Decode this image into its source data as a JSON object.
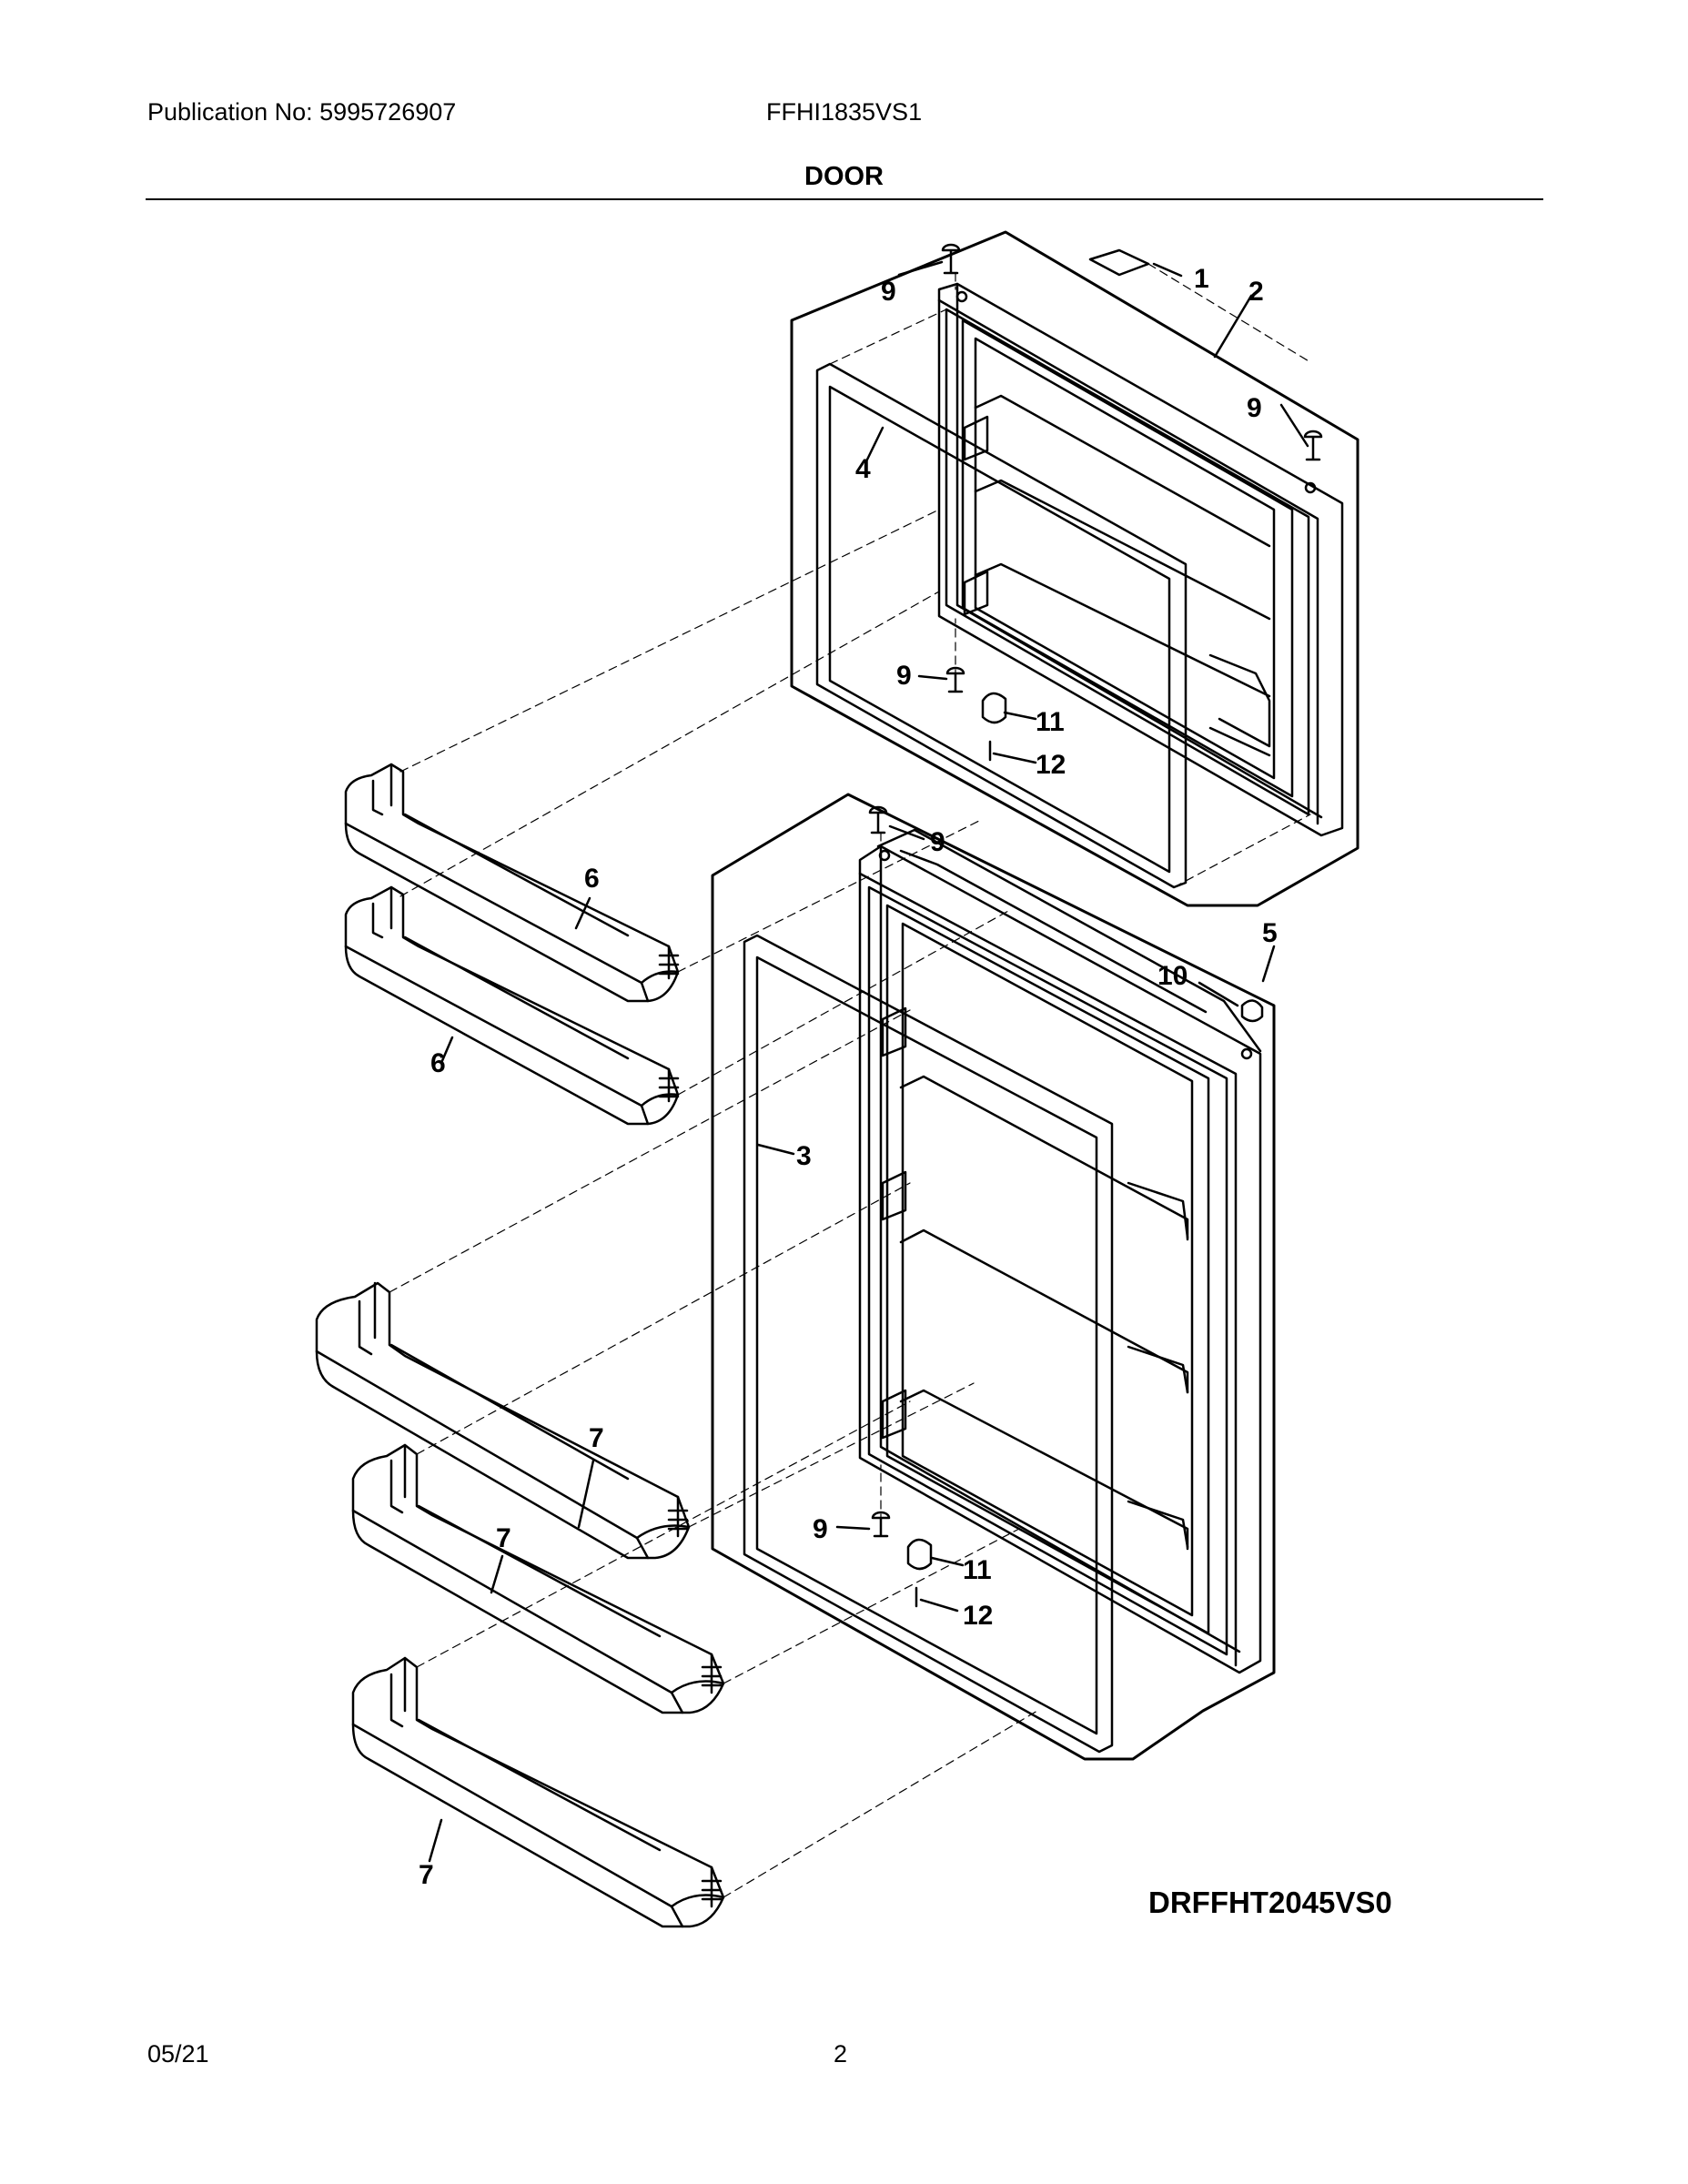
{
  "header": {
    "publication": "Publication No: 5995726907",
    "model": "FFHI1835VS1",
    "section_title": "DOOR"
  },
  "diagram": {
    "callouts": [
      "1",
      "2",
      "9",
      "9",
      "4",
      "9",
      "11",
      "12",
      "9",
      "6",
      "6",
      "5",
      "10",
      "3",
      "7",
      "7",
      "7",
      "9",
      "11",
      "12"
    ],
    "drawing_code": "DRFFHT2045VS0"
  },
  "footer": {
    "date": "05/21",
    "page_number": "2"
  }
}
